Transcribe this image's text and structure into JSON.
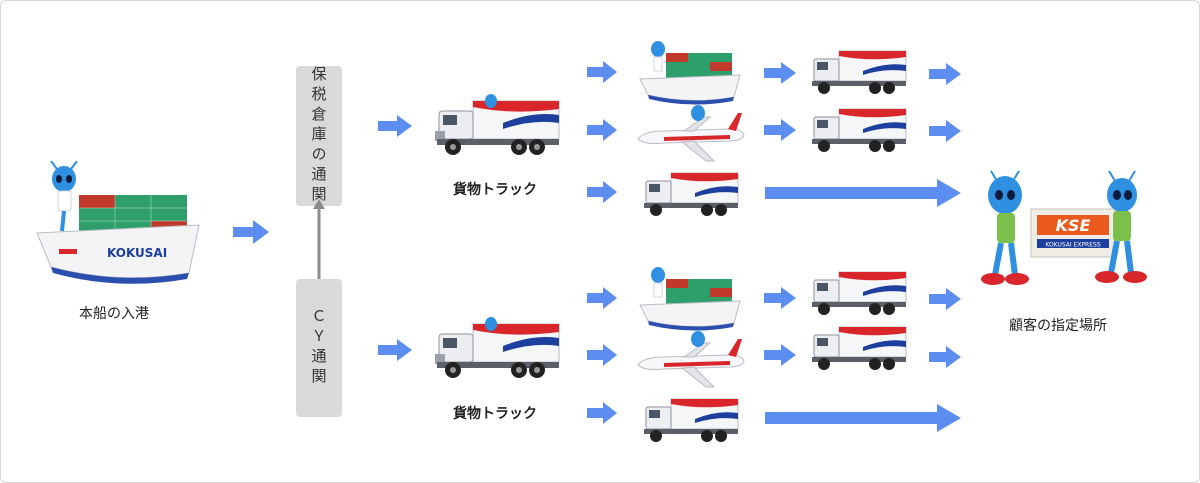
{
  "labels": {
    "ship_arrival": "本船の入港",
    "bonded_warehouse": "保税倉庫の通関",
    "cy_clearance": "ＣＹ通関",
    "cargo_truck_top": "貨物トラック",
    "cargo_truck_bottom": "貨物トラック",
    "customer_location": "顧客の指定場所"
  },
  "logos": {
    "brand": "KOKUSAI",
    "kse": "KSE",
    "kse_sub": "KOKUSAI EXPRESS"
  },
  "colors": {
    "arrow": "#5b8ef0",
    "box": "#d9d9d9",
    "connector": "#8c8c8c",
    "mascot": "#2f8fe0",
    "truck_red": "#d8262b",
    "truck_blue": "#1d3f9e",
    "container_green": "#2e9e6b",
    "container_red": "#c0392b",
    "kse_orange": "#e95a1c"
  },
  "icons": [
    "container-ship-icon",
    "cargo-truck-icon",
    "cargo-plane-icon",
    "mascot-icon",
    "kse-box-icon",
    "right-arrow-icon"
  ]
}
